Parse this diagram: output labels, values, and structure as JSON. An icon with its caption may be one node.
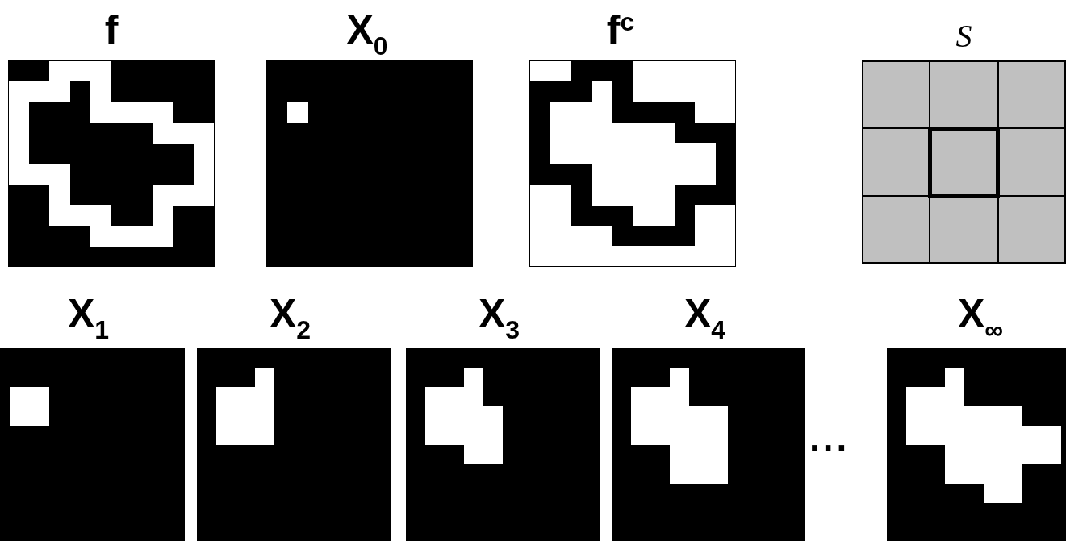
{
  "diagram": {
    "nodes": [
      {
        "text": [
          "f"
        ]
      },
      {
        "text": [
          "X$_{0}$"
        ]
      },
      {
        "text": [
          "f$^{c}$"
        ]
      },
      {
        "text": [
          "S"
        ]
      },
      {
        "text": [
          "X$_{1}$"
        ]
      },
      {
        "text": [
          "X$_{2}$"
        ]
      },
      {
        "text": [
          "X$_{3}$"
        ]
      },
      {
        "text": [
          "X$_{4}$"
        ]
      },
      {
        "text": [
          "X$_{∞}$"
        ]
      }
    ],
    "labels": [
      "..."
    ]
  }
}
